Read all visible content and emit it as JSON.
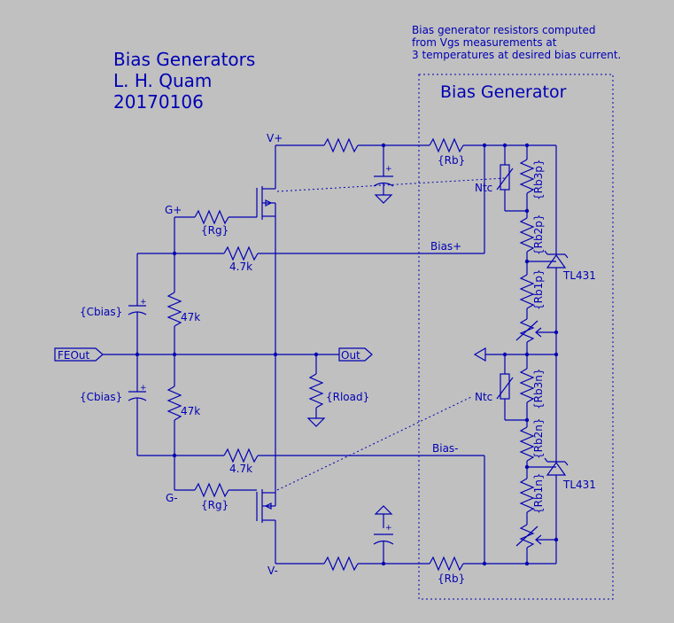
{
  "title": {
    "line1": "Bias Generators",
    "line2": "L. H. Quam",
    "line3": "20170106"
  },
  "note": {
    "line1": "Bias generator resistors computed",
    "line2": "from Vgs measurements at",
    "line3": "3 temperatures at desired bias current."
  },
  "box_label": "Bias Generator",
  "labels": {
    "vplus": "V+",
    "vminus": "V-",
    "gplus": "G+",
    "gminus": "G-",
    "rb_top": "{Rb}",
    "rb_bottom": "{Rb}",
    "rg_top": "{Rg}",
    "rg_bottom": "{Rg}",
    "r47k_top": "4.7k",
    "r47k_bottom": "4.7k",
    "r47_top": "47k",
    "r47_bottom": "47k",
    "cbias_top": "{Cbias}",
    "cbias_bottom": "{Cbias}",
    "rload": "{Rload}",
    "feout": "FEOut",
    "out": "Out",
    "bias_plus": "Bias+",
    "bias_minus": "Bias-",
    "ntc_top": "Ntc",
    "ntc_bottom": "Ntc",
    "rb3p": "{Rb3p}",
    "rb2p": "{Rb2p}",
    "rb1p": "{Rb1p}",
    "rb3n": "{Rb3n}",
    "rb2n": "{Rb2n}",
    "rb1n": "{Rb1n}",
    "tl431_top": "TL431",
    "tl431_bottom": "TL431",
    "plus_sign": "+"
  }
}
